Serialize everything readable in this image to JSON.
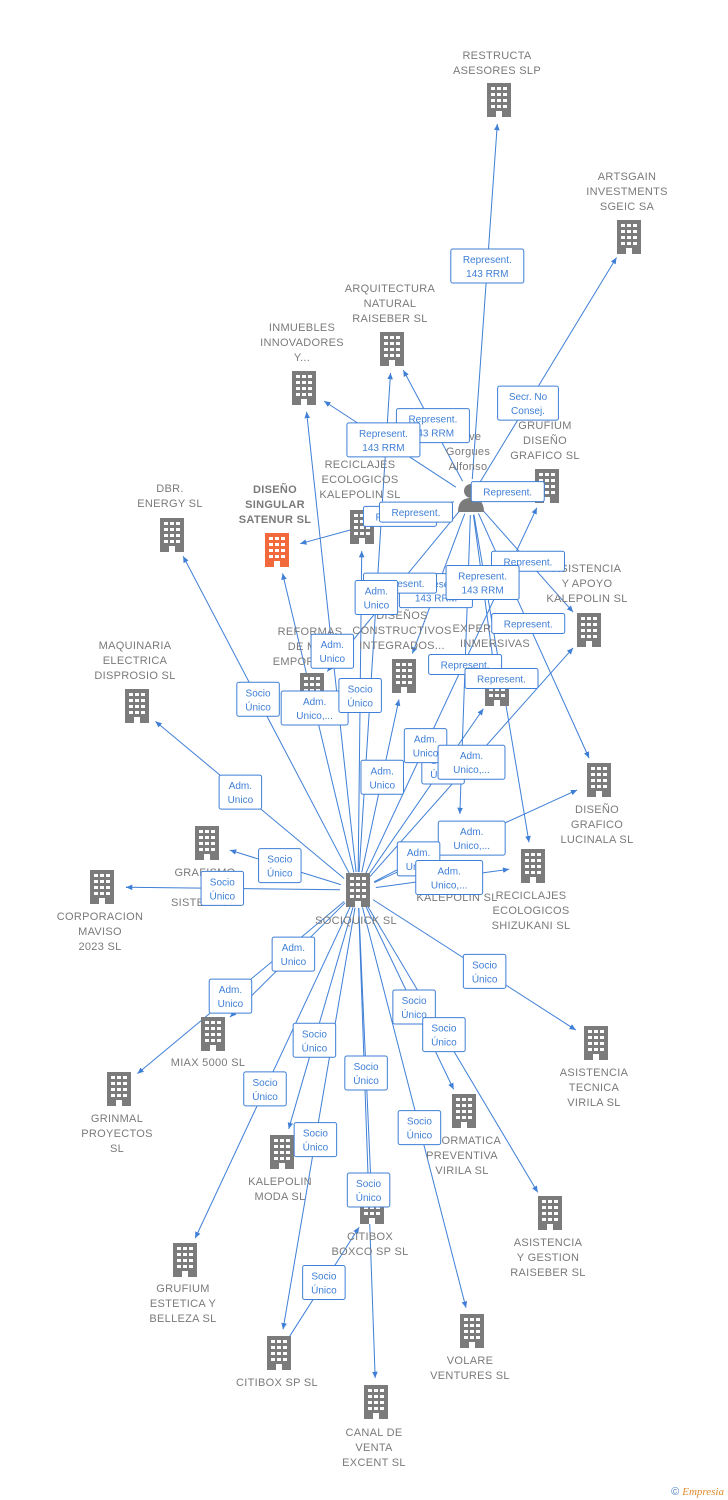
{
  "colors": {
    "edge": "#3f7fd6",
    "company": "#7b7b7b",
    "focus": "#f26a3b",
    "person": "#7b7b7b",
    "label": "#7a7a7a"
  },
  "nodes": [
    {
      "id": "sociquick",
      "kind": "company",
      "label": [
        "SOCIQUICK SL"
      ]
    },
    {
      "id": "diseno_singular",
      "kind": "focus",
      "label": [
        "DISEÑO",
        "SINGULAR",
        "SATENUR SL"
      ]
    },
    {
      "id": "olive",
      "kind": "person",
      "label": [
        "Olive",
        "Gorgues",
        "Alfonso"
      ]
    },
    {
      "id": "restructa",
      "kind": "company",
      "label": [
        "RESTRUCTA",
        "ASESORES SLP"
      ]
    },
    {
      "id": "artsgain",
      "kind": "company",
      "label": [
        "ARTSGAIN",
        "INVESTMENTS",
        "SGEIC SA"
      ]
    },
    {
      "id": "arquitectura",
      "kind": "company",
      "label": [
        "ARQUITECTURA",
        "NATURAL",
        "RAISEBER SL"
      ]
    },
    {
      "id": "inmuebles",
      "kind": "company",
      "label": [
        "INMUEBLES",
        "INNOVADORES",
        "Y..."
      ]
    },
    {
      "id": "grufium_diseno",
      "kind": "company",
      "label": [
        "GRUFIUM",
        "DISEÑO",
        "GRAFICO SL"
      ]
    },
    {
      "id": "reciclajes_kal",
      "kind": "company",
      "label": [
        "RECICLAJES",
        "ECOLOGICOS",
        "KALEPOLIN SL"
      ]
    },
    {
      "id": "dbr",
      "kind": "company",
      "label": [
        "DBR.",
        "ENERGY SL"
      ]
    },
    {
      "id": "asistencia_apoyo",
      "kind": "company",
      "label": [
        "ASISTENCIA",
        "Y APOYO",
        "KALEPOLIN SL"
      ]
    },
    {
      "id": "disenos_constructivos",
      "kind": "company",
      "label": [
        "DISEÑOS",
        "CONSTRUCTIVOS",
        "INTEGRADOS..."
      ]
    },
    {
      "id": "experiencias",
      "kind": "company",
      "label": [
        "EXPERIENCIAS",
        "INMERSIVAS",
        "SL"
      ]
    },
    {
      "id": "reformas",
      "kind": "company",
      "label": [
        "REFORMAS",
        "DE MAR",
        "EMPORDA SL"
      ]
    },
    {
      "id": "maquinaria",
      "kind": "company",
      "label": [
        "MAQUINARIA",
        "ELECTRICA",
        "DISPROSIO SL"
      ]
    },
    {
      "id": "diseno_grafico",
      "kind": "company",
      "label": [
        "DISEÑO",
        "GRAFICO",
        "LUCINALA SL"
      ]
    },
    {
      "id": "grafismo",
      "kind": "company",
      "label": [
        "GRAFISMO",
        "Y",
        "SISTEMAS..."
      ]
    },
    {
      "id": "corporacion",
      "kind": "company",
      "label": [
        "CORPORACION",
        "MAVISO",
        "2023 SL"
      ]
    },
    {
      "id": "global",
      "kind": "company",
      "label": [
        "DISEÑO",
        "GLOBAL",
        "KALEPOLIN SL"
      ]
    },
    {
      "id": "reciclajes_shi",
      "kind": "company",
      "label": [
        "RECICLAJES",
        "ECOLOGICOS",
        "SHIZUKANI SL"
      ]
    },
    {
      "id": "miax",
      "kind": "company",
      "label": [
        "MIAX 5000 SL"
      ]
    },
    {
      "id": "grinmal",
      "kind": "company",
      "label": [
        "GRINMAL",
        "PROYECTOS",
        "SL"
      ]
    },
    {
      "id": "asistencia_tecnica",
      "kind": "company",
      "label": [
        "ASISTENCIA",
        "TECNICA",
        "VIRILA SL"
      ]
    },
    {
      "id": "informatica",
      "kind": "company",
      "label": [
        "INFORMATICA",
        "PREVENTIVA",
        "VIRILA SL"
      ]
    },
    {
      "id": "kalepolin_moda",
      "kind": "company",
      "label": [
        "KALEPOLIN",
        "MODA SL"
      ]
    },
    {
      "id": "asistencia_gestion",
      "kind": "company",
      "label": [
        "ASISTENCIA",
        "Y GESTION",
        "RAISEBER SL"
      ]
    },
    {
      "id": "citibox_boxco",
      "kind": "company",
      "label": [
        "CITIBOX",
        "BOXCO SP SL"
      ]
    },
    {
      "id": "grufium_estetica",
      "kind": "company",
      "label": [
        "GRUFIUM",
        "ESTETICA Y",
        "BELLEZA SL"
      ]
    },
    {
      "id": "citibox_sp",
      "kind": "company",
      "label": [
        "CITIBOX SP SL"
      ]
    },
    {
      "id": "volare",
      "kind": "company",
      "label": [
        "VOLARE",
        "VENTURES SL"
      ]
    },
    {
      "id": "canal",
      "kind": "company",
      "label": [
        "CANAL DE",
        "VENTA",
        "EXCENT SL"
      ]
    }
  ],
  "edges": [
    {
      "from": "olive",
      "to": "restructa",
      "label": [
        "Represent.",
        "143 RRM"
      ]
    },
    {
      "from": "olive",
      "to": "artsgain",
      "label": [
        "Secr. No",
        "Consej."
      ]
    },
    {
      "from": "olive",
      "to": "arquitectura",
      "label": [
        "Represent.",
        "143 RRM"
      ]
    },
    {
      "from": "olive",
      "to": "inmuebles",
      "label": [
        "Represent.",
        "143 RRM"
      ]
    },
    {
      "from": "olive",
      "to": "diseno_singular",
      "label": [
        "Represent."
      ]
    },
    {
      "from": "olive",
      "to": "reciclajes_kal",
      "label": [
        "Represent."
      ]
    },
    {
      "from": "olive",
      "to": "grufium_diseno",
      "label": [
        "Represent."
      ]
    },
    {
      "from": "olive",
      "to": "asistencia_apoyo",
      "label": [
        "Represent."
      ]
    },
    {
      "from": "olive",
      "to": "disenos_constructivos",
      "label": [
        "Represent.",
        "143 RRM"
      ]
    },
    {
      "from": "olive",
      "to": "experiencias",
      "label": [
        "Represent.",
        "143 RRM"
      ]
    },
    {
      "from": "olive",
      "to": "diseno_grafico",
      "label": [
        "Represent."
      ]
    },
    {
      "from": "olive",
      "to": "reformas",
      "label": [
        "Represent."
      ]
    },
    {
      "from": "olive",
      "to": "global",
      "label": [
        "Represent."
      ]
    },
    {
      "from": "olive",
      "to": "reciclajes_shi",
      "label": [
        "Represent."
      ]
    },
    {
      "from": "sociquick",
      "to": "inmuebles",
      "label": [
        "Adm.",
        "Unico"
      ]
    },
    {
      "from": "sociquick",
      "to": "arquitectura",
      "label": [
        "Adm.",
        "Unico"
      ]
    },
    {
      "from": "sociquick",
      "to": "dbr",
      "label": [
        "Socio",
        "Único"
      ]
    },
    {
      "from": "sociquick",
      "to": "diseno_singular",
      "label": [
        "Adm.",
        "Unico,..."
      ]
    },
    {
      "from": "sociquick",
      "to": "reciclajes_kal",
      "label": [
        "Socio",
        "Único"
      ]
    },
    {
      "from": "sociquick",
      "to": "disenos_constructivos",
      "label": [
        "Adm.",
        "Unico"
      ]
    },
    {
      "from": "sociquick",
      "to": "experiencias",
      "label": [
        "Socio",
        "Único"
      ]
    },
    {
      "from": "sociquick",
      "to": "grufium_diseno",
      "label": [
        "Adm.",
        "Unico"
      ]
    },
    {
      "from": "sociquick",
      "to": "asistencia_apoyo",
      "label": [
        "Adm.",
        "Unico,..."
      ]
    },
    {
      "from": "sociquick",
      "to": "maquinaria",
      "label": [
        "Adm.",
        "Unico"
      ]
    },
    {
      "from": "sociquick",
      "to": "diseno_grafico",
      "label": [
        "Adm.",
        "Unico,..."
      ]
    },
    {
      "from": "sociquick",
      "to": "grafismo",
      "label": [
        "Socio",
        "Único"
      ]
    },
    {
      "from": "sociquick",
      "to": "corporacion",
      "label": [
        "Socio",
        "Único"
      ]
    },
    {
      "from": "sociquick",
      "to": "global",
      "label": [
        "Adm.",
        "Unico"
      ]
    },
    {
      "from": "sociquick",
      "to": "reciclajes_shi",
      "label": [
        "Adm.",
        "Unico,..."
      ]
    },
    {
      "from": "sociquick",
      "to": "miax",
      "label": [
        "Adm.",
        "Unico"
      ]
    },
    {
      "from": "sociquick",
      "to": "grinmal",
      "label": [
        "Adm.",
        "Unico"
      ]
    },
    {
      "from": "sociquick",
      "to": "asistencia_tecnica",
      "label": [
        "Socio",
        "Único"
      ]
    },
    {
      "from": "sociquick",
      "to": "informatica",
      "label": [
        "Socio",
        "Único"
      ]
    },
    {
      "from": "sociquick",
      "to": "asistencia_gestion",
      "label": [
        "Socio",
        "Único"
      ]
    },
    {
      "from": "sociquick",
      "to": "kalepolin_moda",
      "label": [
        "Socio",
        "Único"
      ]
    },
    {
      "from": "sociquick",
      "to": "citibox_boxco",
      "label": [
        "Socio",
        "Único"
      ]
    },
    {
      "from": "sociquick",
      "to": "grufium_estetica",
      "label": [
        "Socio",
        "Único"
      ]
    },
    {
      "from": "sociquick",
      "to": "citibox_sp",
      "label": [
        "Socio",
        "Único"
      ]
    },
    {
      "from": "sociquick",
      "to": "volare",
      "label": [
        "Socio",
        "Único"
      ]
    },
    {
      "from": "sociquick",
      "to": "canal",
      "label": [
        "Socio",
        "Único"
      ]
    },
    {
      "from": "citibox_sp",
      "to": "citibox_boxco",
      "label": [
        "Socio",
        "Único"
      ]
    }
  ],
  "footer": {
    "copyright": "©",
    "brand": "Empresia"
  }
}
